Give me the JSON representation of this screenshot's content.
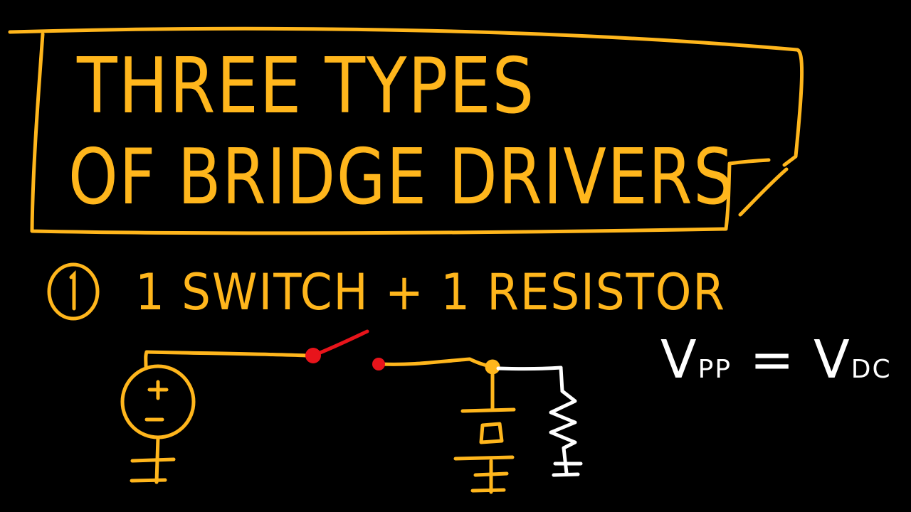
{
  "title": {
    "line1": "THREE TYPES",
    "line2": "OF BRIDGE DRIVERS"
  },
  "item": {
    "number": "1",
    "text": "1 SWITCH + 1 RESISTOR"
  },
  "equation": {
    "lhs_main": "V",
    "lhs_sub": "PP",
    "equals": "=",
    "rhs_main": "V",
    "rhs_sub": "DC"
  },
  "colors": {
    "background": "#000000",
    "ink_main": "#ffb61c",
    "ink_switch": "#e8141b",
    "ink_white": "#ffffff"
  },
  "icons": [
    "dc-voltage-source-icon",
    "switch-icon",
    "diode-icon",
    "resistor-icon",
    "ground-icon"
  ]
}
